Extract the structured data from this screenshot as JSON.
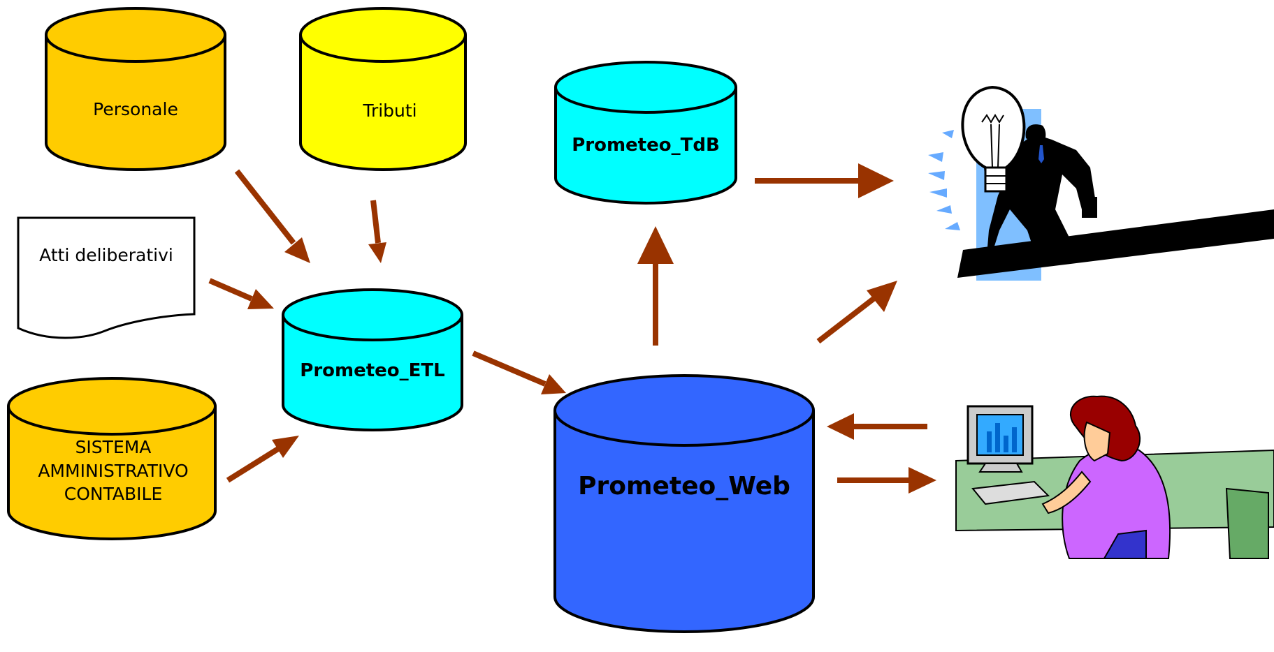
{
  "nodes": {
    "personale": {
      "label": "Personale",
      "color": "#FFCC00"
    },
    "tributi": {
      "label": "Tributi",
      "color": "#FFFF00"
    },
    "atti": {
      "label": "Atti deliberativi"
    },
    "sistema": {
      "line1": "SISTEMA",
      "line2": "AMMINISTRATIVO",
      "line3": "CONTABILE",
      "color": "#FFCC00"
    },
    "etl": {
      "label": "Prometeo_ETL",
      "color": "#00FFFF"
    },
    "tdb": {
      "label": "Prometeo_TdB",
      "color": "#00FFFF"
    },
    "web": {
      "label": "Prometeo_Web",
      "color": "#3366FF"
    }
  },
  "icons": [
    "manager-lightbulb-icon",
    "computer-user-icon"
  ],
  "arrow_color": "#993300"
}
